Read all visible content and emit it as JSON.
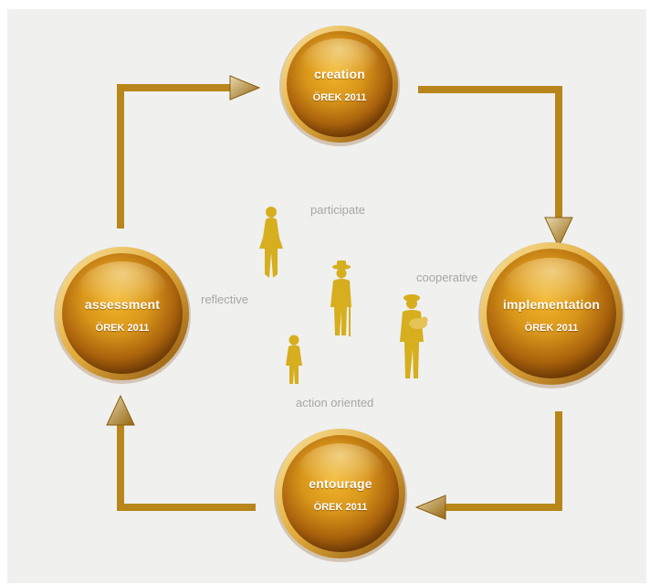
{
  "nodes": {
    "creation": {
      "label": "creation",
      "subtitle": "ÖREK 2011"
    },
    "implementation": {
      "label": "implementation",
      "subtitle": "ÖREK 2011"
    },
    "entourage": {
      "label": "entourage",
      "subtitle": "ÖREK 2011"
    },
    "assessment": {
      "label": "assessment",
      "subtitle": "ÖREK 2011"
    }
  },
  "traits": {
    "participate": "participate",
    "cooperative": "cooperative",
    "action_oriented": "action oriented",
    "reflective": "reflective"
  },
  "cycle_order": [
    "creation",
    "implementation",
    "entourage",
    "assessment"
  ],
  "colors": {
    "background": "#f0f0ef",
    "connector": "#b8861a",
    "arrowhead": "#a8791c",
    "node_gold": "#d9961a",
    "figure": "#d6ae1e",
    "trait_text": "#a6a6a4"
  },
  "figures": [
    "woman-figure",
    "elderly-man-with-cane-figure",
    "child-figure",
    "worker-with-baby-figure"
  ]
}
